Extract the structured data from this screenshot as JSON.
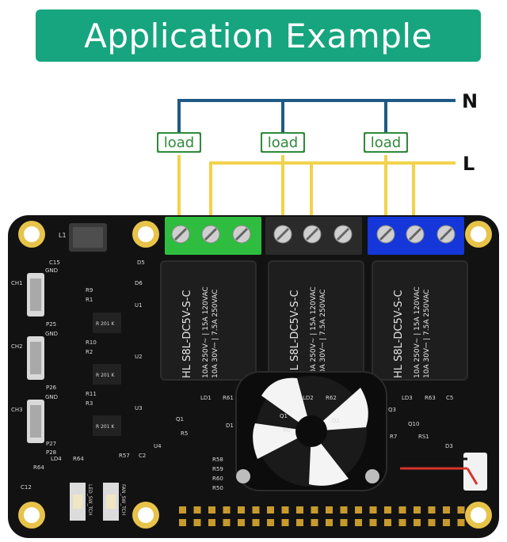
{
  "banner": {
    "title": "Application Example"
  },
  "wires": {
    "neutral_label": "N",
    "live_label": "L",
    "neutral_color": "#1f5a86",
    "live_color": "#f2d24a",
    "load_labels": [
      "load",
      "load",
      "load"
    ],
    "load_badge_color": "#2f8a3a"
  },
  "board": {
    "pcb_color": "#121212",
    "terminal_colors": [
      "#2ebd3f",
      "#2a2a2a",
      "#1536d8"
    ],
    "relays": [
      {
        "model": "HL S8L-DC5V-S-C",
        "rating_a": "10A 250V~ | 15A 120VAC",
        "rating_b": "10A 30V⎓ | 7.5A 250VAC"
      },
      {
        "model": "HL S8L-DC5V-S-C",
        "rating_a": "10A 250V~ | 15A 120VAC",
        "rating_b": "10A 30V⎓ | 7.5A 250VAC"
      },
      {
        "model": "HL S8L-DC5V-S-C",
        "rating_a": "10A 250V~ | 15A 120VAC",
        "rating_b": "10A 30V⎓ | 7.5A 250VAC"
      }
    ],
    "silkscreen": {
      "gnd": [
        "GND",
        "GND",
        "GND"
      ],
      "ch": [
        "CH1",
        "CH2",
        "CH3"
      ],
      "left_col": [
        "R9",
        "R1",
        "R10",
        "R2",
        "R11",
        "R3"
      ],
      "opto": [
        "U1",
        "U2",
        "U3"
      ],
      "opto_marks": [
        "R 201 K",
        "R 201 K",
        "R 201 K"
      ],
      "c15": "C15",
      "d5": "D5",
      "d6": "D6",
      "l1": "L1",
      "p25": "P25",
      "p26": "P26",
      "p27": "P27",
      "p28": "P28",
      "ld": [
        "LD1",
        "LD2",
        "LD3"
      ],
      "r_top": [
        "R61",
        "R62",
        "R63"
      ],
      "c5": "C5",
      "q": [
        "Q1",
        "Q1",
        "Q3"
      ],
      "r5": "R5",
      "r6": "R6",
      "r7": "R7",
      "rs1": "RS1",
      "q10": "Q10",
      "d_marks": [
        "D1",
        "D2",
        "D3"
      ],
      "u4": "U4",
      "r57": "R57",
      "c2": "C2",
      "r_fan": [
        "R58",
        "R59",
        "R60",
        "R50"
      ],
      "ld4": "LD4",
      "r64a": "R64",
      "r64b": "R64",
      "c12": "C12",
      "led_sw": "LED_SW_TCH",
      "fan_sw": "FAN_SW_TCH"
    }
  }
}
